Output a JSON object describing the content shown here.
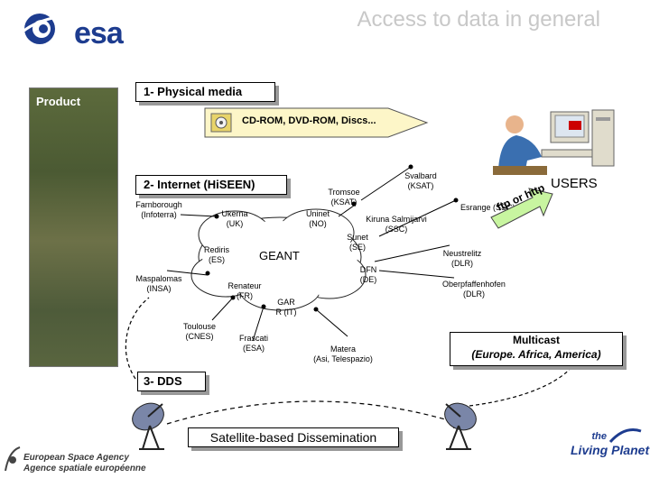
{
  "header": {
    "title": "Access to data in general",
    "logo_text": "esa"
  },
  "product": {
    "label": "Product"
  },
  "physical_media": {
    "label": "1- Physical media",
    "arrow_text": "CD-ROM, DVD-ROM, Discs..."
  },
  "internet": {
    "label": "2- Internet (HiSEEN)",
    "core_label": "GEANT",
    "nodes": [
      {
        "name": "farnborough",
        "text": "Farnborough\n(Infoterra)"
      },
      {
        "name": "ukerna",
        "text": "Ukerna\n(UK)"
      },
      {
        "name": "uninet",
        "text": "Uninet\n(NO)"
      },
      {
        "name": "tromsoe",
        "text": "Tromsoe\n(KSAT)"
      },
      {
        "name": "svalbard",
        "text": "Svalbard\n(KSAT)"
      },
      {
        "name": "kiruna",
        "text": "Kiruna Salmijarvi\n(SSC)"
      },
      {
        "name": "sunet",
        "text": "Sunet\n(SE)"
      },
      {
        "name": "rediris",
        "text": "Rediris\n(ES)"
      },
      {
        "name": "maspalomas",
        "text": "Maspalomas\n(INSA)"
      },
      {
        "name": "renateur",
        "text": "Renateur\n(FR)"
      },
      {
        "name": "dfn",
        "text": "DFN\n(DE)"
      },
      {
        "name": "garr",
        "text": "GAR\nR (IT)"
      },
      {
        "name": "toulouse",
        "text": "Toulouse\n(CNES)"
      },
      {
        "name": "frascati",
        "text": "Frascati\n(ESA)"
      },
      {
        "name": "matera",
        "text": "Matera\n(Asi, Telespazio)"
      },
      {
        "name": "esrange",
        "text": "Esrange (SSC)"
      },
      {
        "name": "neustrelitz",
        "text": "Neustrelitz\n(DLR)"
      },
      {
        "name": "oberpfaffenhofen",
        "text": "Oberpfaffenhofen\n(DLR)"
      }
    ],
    "ftp_http": "ftp or http"
  },
  "users": {
    "label": "USERS"
  },
  "dds": {
    "label": "3- DDS",
    "dissemination": "Satellite-based Dissemination",
    "multicast_line1": "Multicast",
    "multicast_line2": "(Europe. Africa, America)"
  },
  "footer": {
    "agency_line1": "European Space Agency",
    "agency_line2": "Agence spatiale européenne",
    "living_small": "the",
    "living_big": "Living Planet"
  },
  "colors": {
    "esa_blue": "#1d3c8f",
    "arrow_fill": "#fdf6c8",
    "green_arrow": "#c8f5a0",
    "title_gray": "#c8c8c8"
  }
}
